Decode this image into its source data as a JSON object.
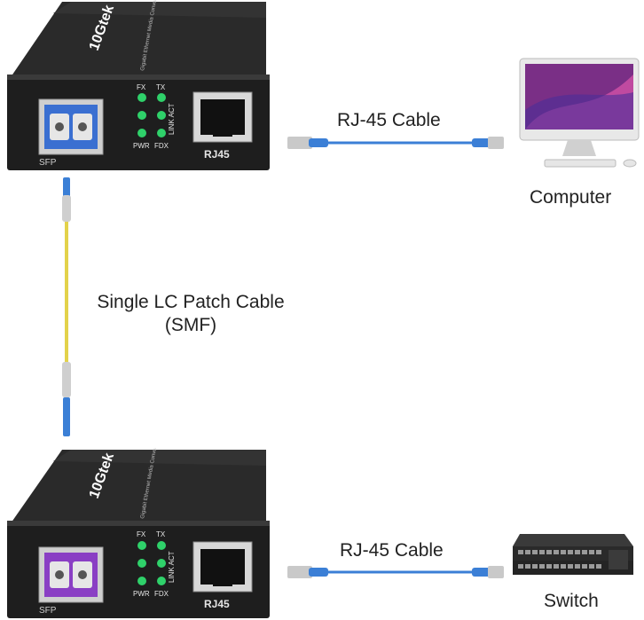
{
  "devices": {
    "top": {
      "brand": "10Gtek",
      "model_text": "Gigabit Ethernet Media Converter",
      "leds": {
        "fx": "FX",
        "tx": "TX",
        "pwr": "PWR",
        "fdx": "FDX",
        "link_act": "LINK ACT"
      },
      "sfp_label": "SFP",
      "rj45_label": "RJ45",
      "module_color": "#3a6fd1"
    },
    "bottom": {
      "brand": "10Gtek",
      "model_text": "Gigabit Ethernet Media Converter",
      "leds": {
        "fx": "FX",
        "tx": "TX",
        "pwr": "PWR",
        "fdx": "FDX",
        "link_act": "LINK ACT"
      },
      "sfp_label": "SFP",
      "rj45_label": "RJ45",
      "module_color": "#8a3fc4"
    }
  },
  "labels": {
    "rj45_cable_top": "RJ-45 Cable",
    "rj45_cable_bottom": "RJ-45 Cable",
    "computer": "Computer",
    "switch": "Switch",
    "patch_line1": "Single LC Patch Cable",
    "patch_line2": "(SMF)"
  },
  "colors": {
    "led_green": "#2fd16a",
    "cable_blue": "#3b7fd6",
    "fiber_yellow": "#e3d24a",
    "chassis": "#232323"
  }
}
